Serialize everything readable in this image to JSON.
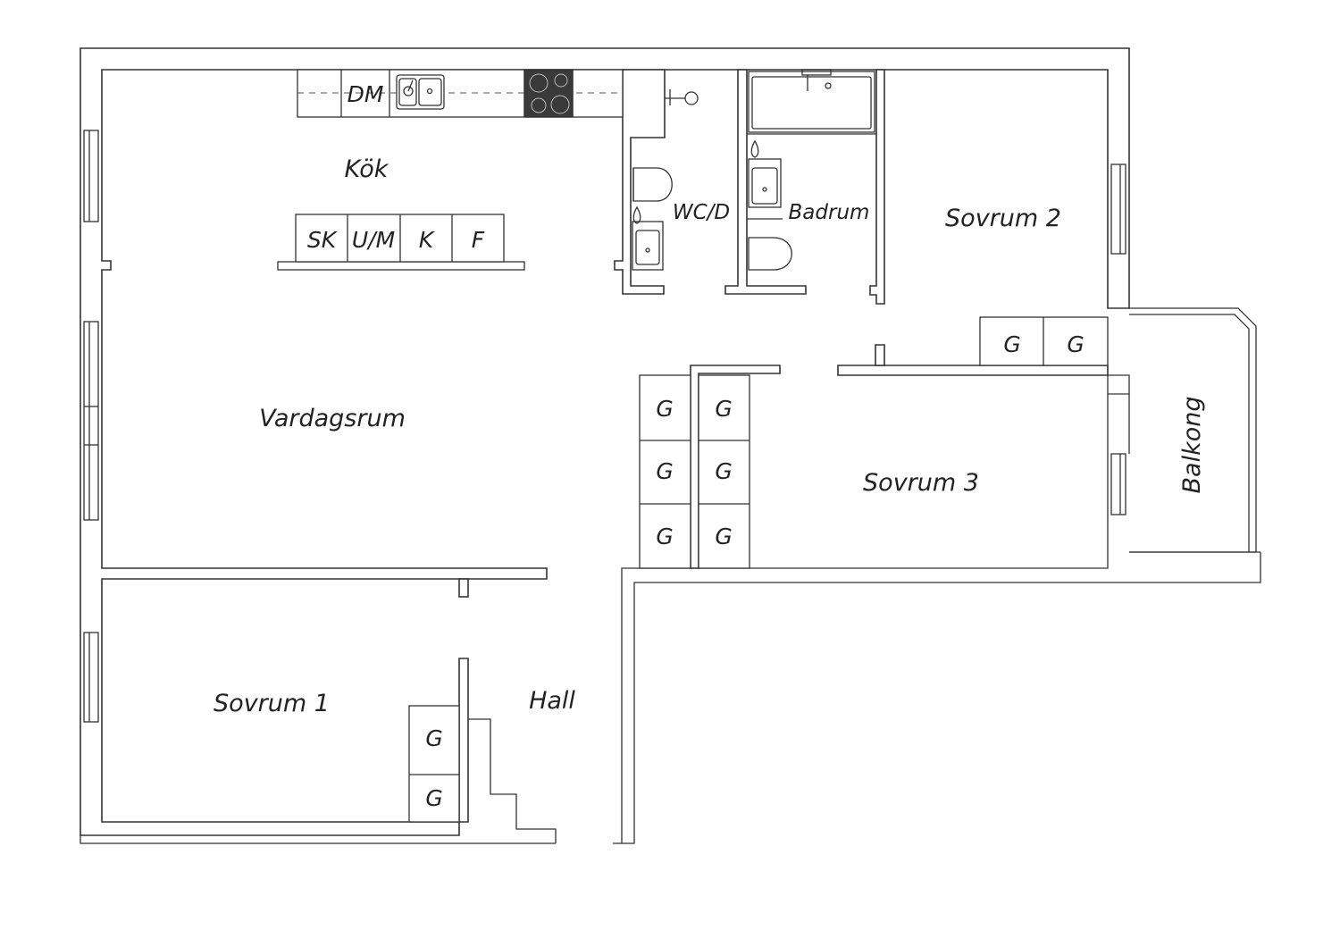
{
  "rooms": {
    "kok": "Kök",
    "vardagsrum": "Vardagsrum",
    "wc": "WC/D",
    "badrum": "Badrum",
    "sovrum1": "Sovrum 1",
    "sovrum2": "Sovrum 2",
    "sovrum3": "Sovrum 3",
    "hall": "Hall",
    "balkong": "Balkong"
  },
  "fixtures": {
    "dishwasher": "DM",
    "cabinet_sk": "SK",
    "cabinet_um": "U/M",
    "cabinet_k": "K",
    "cabinet_f": "F",
    "wardrobe": "G"
  },
  "colors": {
    "wall": "#333333",
    "stove": "#3a3a3a"
  }
}
